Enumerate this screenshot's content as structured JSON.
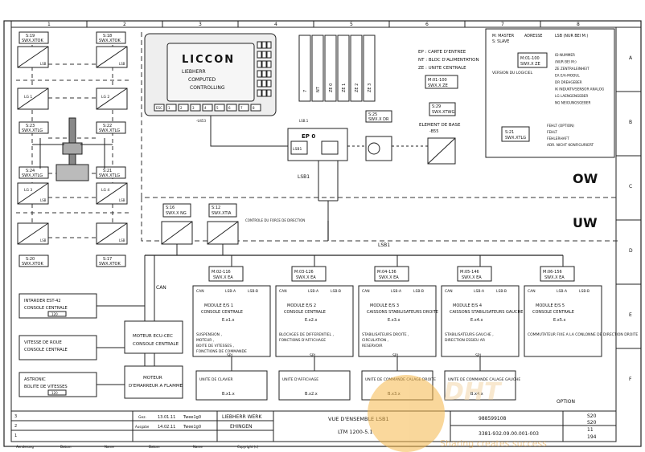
{
  "columns": [
    "1",
    "2",
    "3",
    "4",
    "5",
    "6",
    "7",
    "8"
  ],
  "rows": [
    "A",
    "B",
    "C",
    "D",
    "E",
    "F"
  ],
  "zones": {
    "upper": "OW",
    "lower": "UW"
  },
  "bus_label": "LSB1",
  "can_label": "CAN",
  "sensors_left": [
    {
      "id": "S:19",
      "code": "SWX.XTOK",
      "tag": "LSB"
    },
    {
      "id": "S:18",
      "code": "SWX.XTOK",
      "tag": "LSB"
    },
    {
      "id": "S:23",
      "code": "SWX.XTLG",
      "tag": ""
    },
    {
      "id": "S:22",
      "code": "SWX.XTLG",
      "tag": ""
    },
    {
      "id": "S:24",
      "code": "SWX.XTLG",
      "tag": "LSB"
    },
    {
      "id": "S:21",
      "code": "SWX.XTLG",
      "tag": "LSB"
    },
    {
      "id": "S:20",
      "code": "SWX.XTOK",
      "tag": "LSB"
    },
    {
      "id": "S:17",
      "code": "SWX.XTOK",
      "tag": "LSB"
    }
  ],
  "lg_labels": [
    "LG 1",
    "LG 2",
    "LG 3",
    "LG 4"
  ],
  "liccon": {
    "title": "LICCON",
    "subtitle": [
      "LIEBHERR",
      "COMPUTED",
      "CONTROLLING"
    ],
    "keys": [
      "ESC",
      "1",
      "2",
      "3",
      "4",
      "5",
      "6",
      "7",
      "8"
    ]
  },
  "card_slots": [
    "7",
    "NT",
    "ZE 0",
    "ZE 1",
    "ZE 2",
    "ZE 3"
  ],
  "legend_notes": [
    "EP : CARTE D'ENTREE",
    "NT : BLOC D'ALIMENTATION",
    "ZE : UNITE CENTRALE"
  ],
  "m01_box": {
    "addr": "M:01-100",
    "code": "SWX.X ZE"
  },
  "s25": {
    "id": "S:25",
    "code": "SWX.X DR"
  },
  "s29": {
    "id": "S:29",
    "code": "SWX.XTWG"
  },
  "element_base": {
    "label": "ELEMENT DE BASE",
    "code": "-B55"
  },
  "ep0": {
    "title": "EP 0",
    "inner": "LSB1"
  },
  "key_legend": {
    "master": "M: MASTER",
    "slave": "S: SLAVE",
    "adresse": "ADRESSE",
    "lsb_note": "LSB (NUR BEI M:)",
    "box_addr": "M:01-100",
    "box_code": "SWX.X ZE",
    "version": "VERSION DU LOGICIEL",
    "items": [
      "ID-NUMMER",
      "(NUR BEI M:)",
      "ZE ZENTRALEINHEIT",
      "EA E/A-MODUL",
      "DR DREHGEBER",
      "IK INDUKTIVSENSOR ANALOG",
      "LG LAENGENGEBER",
      "NG NEIGUNGSGEBER"
    ],
    "s21_id": "S:21",
    "s21_code": "SWX.XTLG",
    "marks": [
      "FEHLT (OPTION)",
      "FEHLT",
      "FEHLERHAFT",
      "ADR. NICHT KONFIGURIERT"
    ]
  },
  "s16": {
    "id": "S:16",
    "code": "SWX.X NG"
  },
  "s12": {
    "id": "S:12",
    "code": "SWX.XTIA"
  },
  "s12_note": "CONTROLE DU FORCE DE DIRECTION",
  "ea_modules": [
    {
      "addr": "M:02-116",
      "code": "SWX.X EA",
      "title": "MODULE E/S 1",
      "sub": "CONSOLE CENTRALE",
      "ref": "E.x1.x",
      "func": "SUSPENSION , MOTEUR , BOITE DE VITESSES , FONCTIONS DE COMMANDE",
      "spi": "UNITE DE CLAVIER",
      "spi_ref": "B.x1.x"
    },
    {
      "addr": "M:03-126",
      "code": "SWX.X EA",
      "title": "MODULE E/S 2",
      "sub": "CONSOLE CENTRALE",
      "ref": "E.x2.x",
      "func": "BLOCAGES DE DIFFERENTIEL , FONCTIONS D'AFFICHAGE",
      "spi": "UNITE D'AFFICHAGE",
      "spi_ref": "B.x2.x"
    },
    {
      "addr": "M:04-136",
      "code": "SWX.X EA",
      "title": "MODULE E/S 3",
      "sub": "CAISSONS STABILISATEURS DROITE",
      "ref": "E.x3.x",
      "func": "STABILISATEURS DROITE , CIRCULATION , RESERVOIR",
      "spi": "UNITE DE COMMANDE CALAGE DROITE",
      "spi_ref": "B.x3.x"
    },
    {
      "addr": "M:05-146",
      "code": "SWX.X EA",
      "title": "MODULE E/S 4",
      "sub": "CAISSONS STABILISATEURS GAUCHE",
      "ref": "E.x4.x",
      "func": "STABILISATEURS GAUCHE , DIRECTION ESSIEU AR",
      "spi": "UNITE DE COMMANDE CALAGE GAUCHE",
      "spi_ref": "B.x4.x"
    },
    {
      "addr": "M:06-156",
      "code": "SWX.X EA",
      "title": "MODULE E/S 5",
      "sub": "CONSOLE CENTRALE",
      "ref": "E.x5.x",
      "func": "COMMUTATEUR FIXE A LA CONLONNE DE DIRECTION DROITE",
      "spi": "",
      "spi_ref": ""
    }
  ],
  "can_boxes": [
    {
      "title": "INTARDER EST-42",
      "sub": "CONSOLE CENTRALE",
      "r": "120"
    },
    {
      "title": "VITESSE DE ROUE",
      "sub": "CONSOLE CENTRALE",
      "r": ""
    },
    {
      "title": "ASTRONIC",
      "sub": "BOLITE DE VITESSES",
      "r": "120"
    }
  ],
  "ecu": {
    "title": "MOTEUR ECU-CEC",
    "sub": "CONSOLE CENTRALE"
  },
  "starter": {
    "title": "MOTEUR",
    "sub": "D'EMARREUR A FLAMME"
  },
  "option_label": "OPTION",
  "title_block": {
    "gez_label": "Gez.",
    "gez_date": "13.01.11",
    "gez_name": "Twee1g0",
    "ang_label": "Ausgabe",
    "ang_date": "14.02.11",
    "ang_name": "Twee1g0",
    "company": "LIEBHERR WERK",
    "city": "EHINGEN",
    "title": "VUE D'ENSEMBLE LSB1",
    "model": "LTM 1200-5.1",
    "doc": "988599108",
    "docno": "3381-932.09.00.001-003",
    "sheet": "S20",
    "sheet2": "S20",
    "blatt": "11",
    "von": "194",
    "row_labels": [
      "Aenderung",
      "Datum",
      "Name",
      "Datum",
      "Name",
      "Copyright (c)"
    ],
    "rev_rows": [
      "3",
      "2",
      "1"
    ]
  },
  "watermark": {
    "text": "Sharing creates success"
  }
}
